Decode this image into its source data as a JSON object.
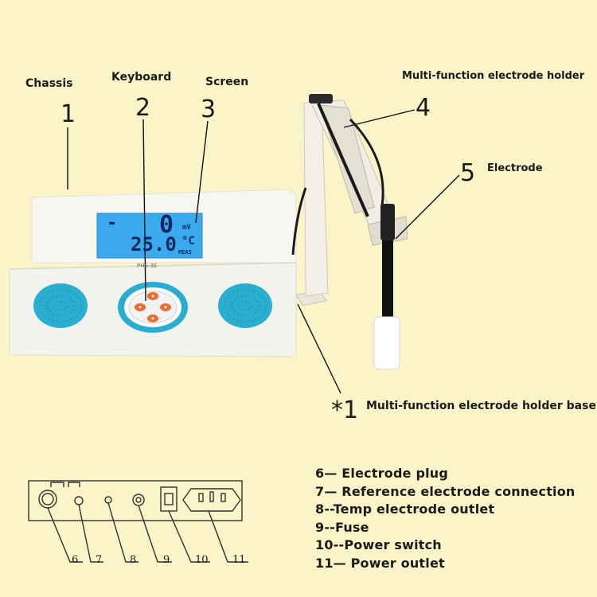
{
  "labels": {
    "chassis": "Chassis",
    "keyboard": "Keyboard",
    "screen": "Screen",
    "holder": "Multi-function electrode holder",
    "electrode": "Electrode",
    "holder_base": "Multi-function electrode holder base"
  },
  "numbers": {
    "n1": "1",
    "n2": "2",
    "n3": "3",
    "n4": "4",
    "n5": "5",
    "base": "*1"
  },
  "display": {
    "dash": "-",
    "value": "0",
    "unit_mv": "mV",
    "temp": "25.0",
    "unit_c": "°C",
    "mode": "MEAS",
    "model": "PHS-3E"
  },
  "legend": [
    "6— Electrode plug",
    "7— Reference electrode connection",
    "8--Temp electrode outlet",
    "9--Fuse",
    "10--Power switch",
    "11— Power outlet"
  ],
  "panel_numbers": [
    "6",
    "7",
    "8",
    "9",
    "10",
    "11"
  ],
  "colors": {
    "background": "#fbf4c8",
    "lcd": "#3aa9ee",
    "speaker": "#2aaed0",
    "keypad_key": "#f06a34"
  }
}
